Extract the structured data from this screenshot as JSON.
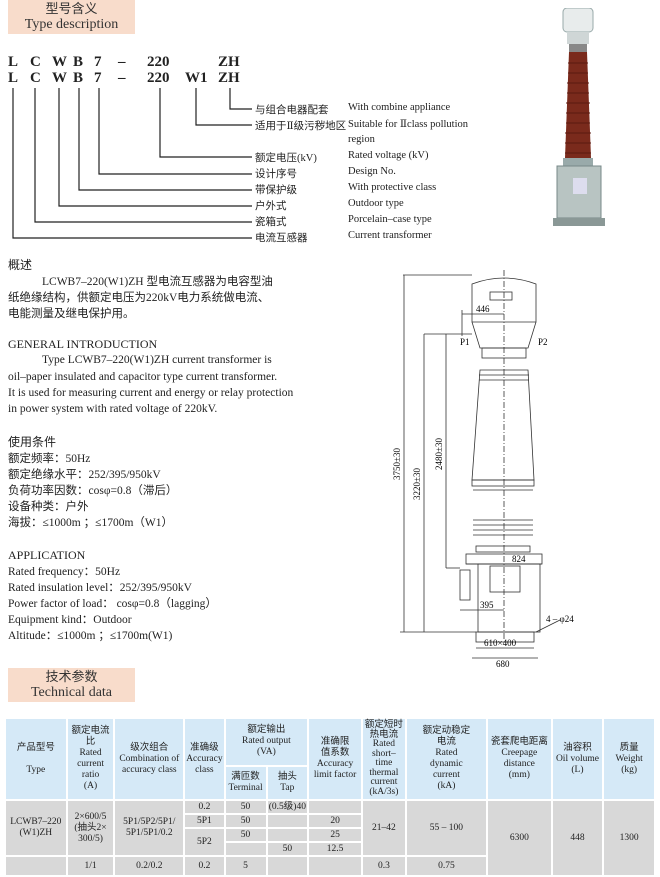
{
  "type_description": {
    "header_cn": "型号含义",
    "header_en": "Type description",
    "code_row1": [
      "L",
      "C",
      "W",
      "B",
      "7",
      "–",
      "220",
      "ZH"
    ],
    "code_row2": [
      "L",
      "C",
      "W",
      "B",
      "7",
      "–",
      "220",
      "W1",
      "ZH"
    ],
    "legend": [
      {
        "cn": "与组合电器配套",
        "en": "With combine appliance"
      },
      {
        "cn": "适用于Ⅱ级污秽地区",
        "en": "Suitable for Ⅱclass pollution",
        "en2": "region"
      },
      {
        "cn": "额定电压(kV)",
        "en": "Rated voltage (kV)"
      },
      {
        "cn": "设计序号",
        "en": "Design No."
      },
      {
        "cn": "带保护级",
        "en": "With protective class"
      },
      {
        "cn": "户外式",
        "en": "Outdoor type"
      },
      {
        "cn": "瓷箱式",
        "en": "Porcelain–case type"
      },
      {
        "cn": "电流互感器",
        "en": "Current transformer"
      }
    ]
  },
  "overview": {
    "title_cn": "概述",
    "para_cn": [
      "LCWB7–220(W1)ZH 型电流互感器为电容型油",
      "纸绝缘结构，供额定电压为220kV电力系统做电流、",
      "电能测量及继电保护用。"
    ],
    "title_en": "GENERAL INTRODUCTION",
    "para_en": [
      "Type LCWB7–220(W1)ZH current transformer is",
      "oil–paper insulated and capacitor type current transformer.",
      "It is used for measuring current and energy or relay protection",
      "in power system with rated voltage of 220kV."
    ]
  },
  "conditions": {
    "title_cn": "使用条件",
    "lines_cn": [
      "额定频率：50Hz",
      "额定绝缘水平：252/395/950kV",
      "负荷功率因数：cosφ=0.8（滞后）",
      "设备种类：户外",
      "海拔：≤1000m ；≤1700m（W1）"
    ],
    "title_en": "APPLICATION",
    "lines_en": [
      "Rated frequency：50Hz",
      "Rated insulation level：252/395/950kV",
      "Power factor of load： cosφ=0.8（lagging）",
      "Equipment kind：Outdoor",
      "Altitude：≤1000m ；≤1700m(W1)"
    ]
  },
  "drawing": {
    "dims": [
      "446",
      "P1",
      "P2",
      "3750±30",
      "3220±30",
      "2480±30",
      "824",
      "395",
      "4 – φ24",
      "610×400",
      "680"
    ]
  },
  "technical": {
    "header_cn": "技术参数",
    "header_en": "Technical data",
    "columns": {
      "type": [
        "产品型号",
        "Type"
      ],
      "ratio": [
        "额定电流比",
        "Rated",
        "current",
        "ratio",
        "(A)"
      ],
      "combo": [
        "级次组合",
        "Combination of",
        "accuracy class"
      ],
      "acc": [
        "准确级",
        "Accuracy",
        "class"
      ],
      "output": [
        "额定输出",
        "Rated output",
        "(VA)"
      ],
      "terminal": [
        "满匝数",
        "Terminal"
      ],
      "tap": [
        "抽头",
        "Tap"
      ],
      "alf": [
        "准确限",
        "值系数",
        "Accuracy",
        "limit factor"
      ],
      "thermal": [
        "额定短时",
        "热电流",
        "Rated",
        "short–time",
        "thermal",
        "current",
        "(kA/3s)"
      ],
      "dynamic": [
        "额定动稳定",
        "电流",
        "Rated",
        "dynamic",
        "current",
        "(kA)"
      ],
      "creepage": [
        "瓷套爬电距离",
        "Creepage",
        "distance",
        "(mm)"
      ],
      "oil": [
        "油容积",
        "Oil volume",
        "(L)"
      ],
      "weight": [
        "质量",
        "Weight",
        "(kg)"
      ]
    },
    "row": {
      "type": [
        "LCWB7–220",
        "(W1)ZH"
      ],
      "ratio": [
        "2×600/5",
        "(抽头2×",
        "300/5)"
      ],
      "combo": [
        "5P1/5P2/5P1/",
        "5P1/5P1/0.2"
      ],
      "acc": [
        "0.2",
        "5P1",
        "5P2"
      ],
      "terminal": [
        "50",
        "50",
        "50",
        ""
      ],
      "tap": [
        "(0.5级)40",
        "",
        "",
        "50"
      ],
      "alf": [
        "",
        "20",
        "25",
        "12.5"
      ],
      "thermal": "21–42",
      "dynamic": "55 – 100",
      "creepage": "6300",
      "oil": "448",
      "weight": "1300"
    },
    "row2": {
      "ratio": "1/1",
      "combo": "0.2/0.2",
      "acc": "0.2",
      "terminal": "5",
      "tap": "",
      "alf": "",
      "thermal": "0.3",
      "dynamic": "0.75"
    }
  }
}
